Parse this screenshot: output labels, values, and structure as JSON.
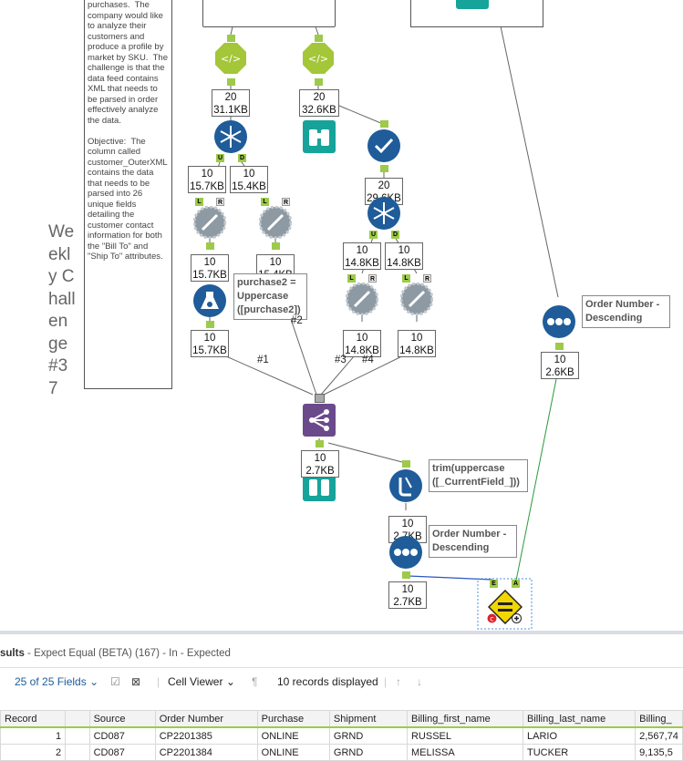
{
  "comment": {
    "text": "purchases.  The company would like to analyze their customers and produce a profile by market by SKU.  The challenge is that the data feed contains XML that needs to be parsed in order effectively analyze the data.\n\nObjective:  The column called customer_OuterXML contains the data that needs to be parsed into 26 unique fields detailing the customer contact information for both the \"Bill To\" and \"Ship To\" attributes.",
    "weekly": "Weekly Challenge #37"
  },
  "stats": {
    "s1": [
      "20",
      "31.1KB"
    ],
    "s2": [
      "20",
      "32.6KB"
    ],
    "s3": [
      "10",
      "15.7KB"
    ],
    "s4": [
      "10",
      "15.4KB"
    ],
    "s5": [
      "20",
      "29.6KB"
    ],
    "s6": [
      "10",
      "15.7KB"
    ],
    "s7": [
      "10",
      "15.4KB"
    ],
    "s8": [
      "10",
      "14.8KB"
    ],
    "s9": [
      "10",
      "14.8KB"
    ],
    "s10": [
      "10",
      "15.7KB"
    ],
    "s11": [
      "10",
      "14.8KB"
    ],
    "s12": [
      "10",
      "14.8KB"
    ],
    "s13": [
      "10",
      "2.6KB"
    ],
    "s14": [
      "10",
      "2.7KB"
    ],
    "s15": [
      "10",
      "2.7KB"
    ],
    "s16": [
      "10",
      "2.7KB"
    ]
  },
  "notes": {
    "formula1": "purchase2 =\nUppercase\n([purchase2])",
    "formula2": "trim(uppercase\n([_CurrentField_]))",
    "sort1": "Order Number -\nDescending",
    "sort2": "Order Number -\nDescending"
  },
  "wire_labels": {
    "w1": "#1",
    "w2": "#2",
    "w3": "#3",
    "w4": "#4"
  },
  "anchors": {
    "u": "U",
    "d": "D",
    "l": "L",
    "r": "R",
    "e": "E",
    "a": "A"
  },
  "results": {
    "title": "sults",
    "subtitle": " - Expect Equal (BETA) (167) - In - Expected",
    "fields_label": "25 of 25 Fields",
    "viewer_label": "Cell Viewer",
    "records_label": "10 records displayed",
    "columns": [
      "Record",
      "",
      "Source",
      "Order Number",
      "Purchase",
      "Shipment",
      "Billing_first_name",
      "Billing_last_name",
      "Billing_"
    ],
    "rows": [
      [
        "1",
        "",
        "CD087",
        "CP2201385",
        "ONLINE",
        "GRND",
        "RUSSEL",
        "LARIO",
        "2,567,74"
      ],
      [
        "2",
        "",
        "CD087",
        "CP2201384",
        "ONLINE",
        "GRND",
        "MELISSA",
        "TUCKER",
        "9,135,5"
      ]
    ]
  },
  "colors": {
    "tool_green": "#a4c639",
    "tool_blue": "#1f5c99",
    "tool_teal": "#16a39a",
    "tool_gray": "#8e9aa3",
    "tool_purple": "#6b4a8c",
    "tool_yellow": "#f2d600",
    "connector": "#9dca4a",
    "link_blue": "#2d6bb3"
  }
}
